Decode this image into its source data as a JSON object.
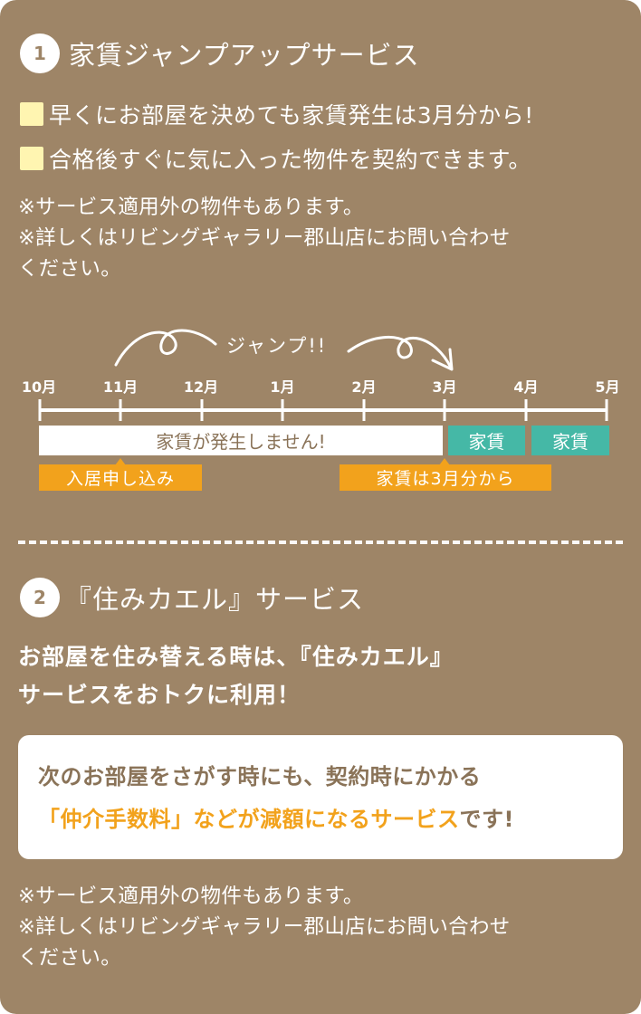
{
  "colors": {
    "background": "#9e8567",
    "text": "#ffffff",
    "bullet_square": "#fff5b1",
    "teal": "#45b8a6",
    "orange": "#f2a21c",
    "brown_text": "#8a7358"
  },
  "section1": {
    "number": "1",
    "title": "家賃ジャンプアップサービス",
    "bullets": [
      "早くにお部屋を決めても家賃発生は3月分から!",
      "合格後すぐに気に入った物件を契約できます。"
    ],
    "notes": [
      "※サービス適用外の物件もあります。",
      "※詳しくはリビングギャラリー郡山店にお問い合わせ",
      "ください。"
    ],
    "timeline": {
      "jump_label": "ジャンプ!!",
      "months": [
        "10月",
        "11月",
        "12月",
        "1月",
        "2月",
        "3月",
        "4月",
        "5月"
      ],
      "no_rent_bar": "家賃が発生しません!",
      "rent_bars": [
        "家賃",
        "家賃"
      ],
      "callouts": {
        "move_in": "入居申し込み",
        "rent_from": "家賃は3月分から"
      }
    }
  },
  "section2": {
    "number": "2",
    "title": "『住みカエル』サービス",
    "lead": [
      "お部屋を住み替える時は、『住みカエル』",
      "サービスをおトクに利用！"
    ],
    "box": {
      "line1": "次のお部屋をさがす時にも、契約時にかかる",
      "line2_highlight": "「仲介手数料」などが減額になるサービス",
      "line2_rest": "です!"
    },
    "notes": [
      "※サービス適用外の物件もあります。",
      "※詳しくはリビングギャラリー郡山店にお問い合わせ",
      "ください。"
    ]
  }
}
